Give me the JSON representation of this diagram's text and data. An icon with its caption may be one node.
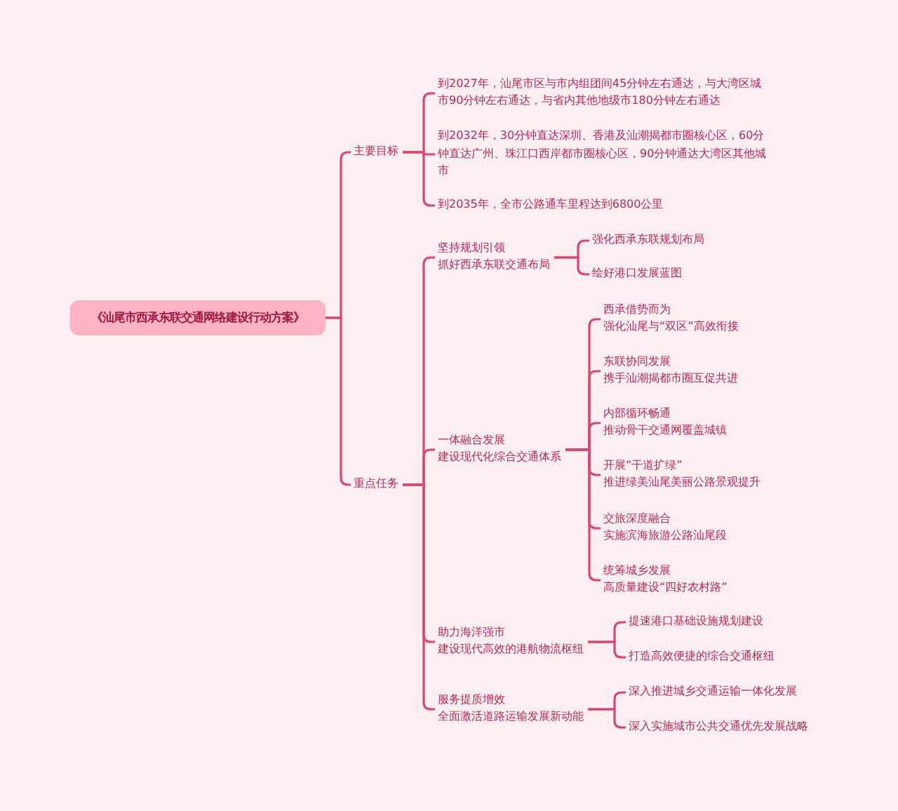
{
  "diagram": {
    "nodes": [
      {
        "text": [
          "《汕尾市西承东联交通网络建设行动方案》"
        ]
      },
      {
        "text": [
          "主要目标"
        ]
      },
      {
        "text": [
          "到2027年，汕尾市区与市内组团间45分钟左右通达，与大湾区城市90分钟左右通达，与省内其他地级市180分钟左右通达"
        ]
      },
      {
        "text": [
          "到2032年，30分钟直达深圳、香港及汕潮揭都市圈核心区，60分钟直达广州、珠江口西岸都市圈核心区，90分钟通达大湾区其他城市"
        ]
      },
      {
        "text": [
          "到2035年，全市公路通车里程达到6800公里"
        ]
      },
      {
        "text": [
          "重点任务"
        ]
      },
      {
        "text": [
          "坚持规划引领",
          "抓好西承东联交通布局"
        ]
      },
      {
        "text": [
          "强化西承东联规划布局"
        ]
      },
      {
        "text": [
          "绘好港口发展蓝图"
        ]
      },
      {
        "text": [
          "一体融合发展",
          "建设现代化综合交通体系"
        ]
      },
      {
        "text": [
          "西承借势而为",
          "强化汕尾与“双区”高效衔接"
        ]
      },
      {
        "text": [
          "东联协同发展",
          "携手汕潮揭都市圈互促共进"
        ]
      },
      {
        "text": [
          "内部循环畅通",
          "推动骨干交通网覆盖城镇"
        ]
      },
      {
        "text": [
          "开展“干道扩绿”",
          "推进绿美汕尾美丽公路景观提升"
        ]
      },
      {
        "text": [
          "交旅深度融合",
          "实施滨海旅游公路汕尾段"
        ]
      },
      {
        "text": [
          "统筹城乡发展",
          "高质量建设“四好农村路”"
        ]
      },
      {
        "text": [
          "助力海洋强市",
          "建设现代高效的港航物流枢纽"
        ]
      },
      {
        "text": [
          "提速港口基础设施规划建设"
        ]
      },
      {
        "text": [
          "打造高效便捷的综合交通枢纽"
        ]
      },
      {
        "text": [
          "服务提质增效",
          "全面激活道路运输发展新动能"
        ]
      },
      {
        "text": [
          "深入推进城乡交通运输一体化发展"
        ]
      },
      {
        "text": [
          "深入实施城市公共交通优先发展战略"
        ]
      }
    ],
    "edges": [
      {
        "from": 0,
        "to": 1,
        "arrow": "none"
      },
      {
        "from": 0,
        "to": 5,
        "arrow": "none"
      },
      {
        "from": 1,
        "to": 2,
        "arrow": "none"
      },
      {
        "from": 1,
        "to": 3,
        "arrow": "none"
      },
      {
        "from": 1,
        "to": 4,
        "arrow": "none"
      },
      {
        "from": 5,
        "to": 6,
        "arrow": "none"
      },
      {
        "from": 5,
        "to": 9,
        "arrow": "none"
      },
      {
        "from": 5,
        "to": 16,
        "arrow": "none"
      },
      {
        "from": 5,
        "to": 19,
        "arrow": "none"
      },
      {
        "from": 6,
        "to": 7,
        "arrow": "none"
      },
      {
        "from": 6,
        "to": 8,
        "arrow": "none"
      },
      {
        "from": 9,
        "to": 10,
        "arrow": "none"
      },
      {
        "from": 9,
        "to": 11,
        "arrow": "none"
      },
      {
        "from": 9,
        "to": 12,
        "arrow": "none"
      },
      {
        "from": 9,
        "to": 13,
        "arrow": "none"
      },
      {
        "from": 9,
        "to": 14,
        "arrow": "none"
      },
      {
        "from": 9,
        "to": 15,
        "arrow": "none"
      },
      {
        "from": 16,
        "to": 17,
        "arrow": "none"
      },
      {
        "from": 16,
        "to": 18,
        "arrow": "none"
      },
      {
        "from": 19,
        "to": 20,
        "arrow": "none"
      },
      {
        "from": 19,
        "to": 21,
        "arrow": "none"
      }
    ]
  }
}
